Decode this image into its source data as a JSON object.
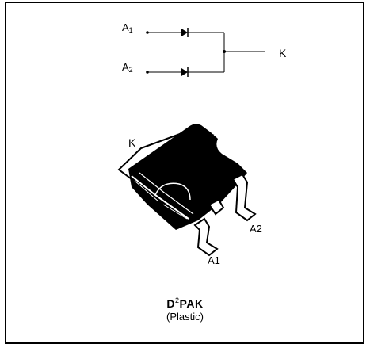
{
  "schematic": {
    "anode1_label": "A",
    "anode1_sub": "1",
    "anode2_label": "A",
    "anode2_sub": "2",
    "cathode_label": "K"
  },
  "package_drawing": {
    "cathode_label": "K",
    "anode1_label": "A1",
    "anode2_label": "A2"
  },
  "package": {
    "name_prefix": "D",
    "name_sup": "2",
    "name_suffix": "PAK",
    "type": "(Plastic)"
  }
}
